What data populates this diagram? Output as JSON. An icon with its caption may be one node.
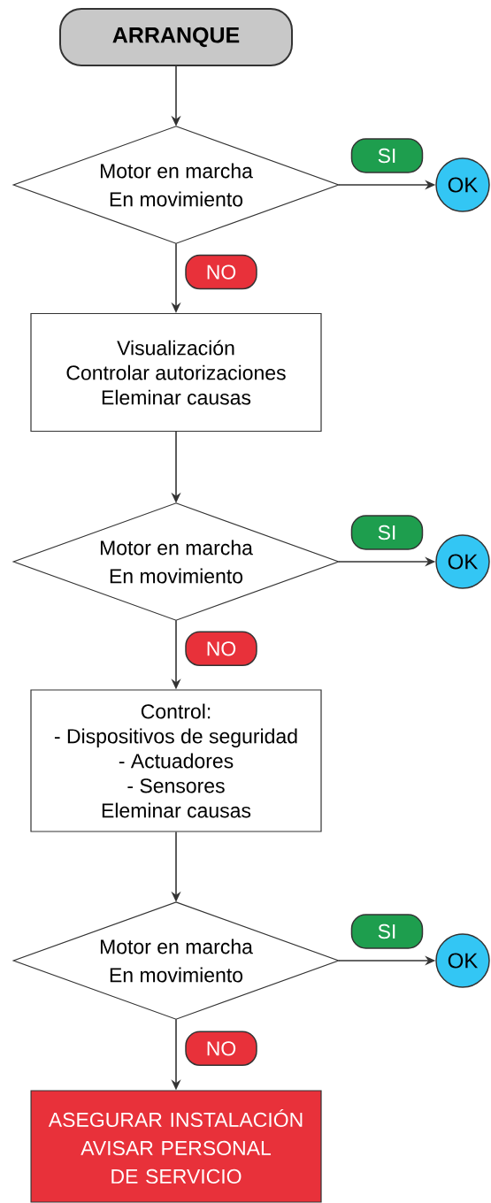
{
  "diagram": {
    "nodes": [
      {
        "text": [
          "ARRANQUE"
        ]
      },
      {
        "text": [
          "Motor en marcha",
          "En movimiento"
        ]
      },
      {
        "text": [
          "OK"
        ]
      },
      {
        "text": [
          "Visualización",
          "Controlar autorizaciones",
          "Eleminar causas"
        ]
      },
      {
        "text": [
          "Motor en marcha",
          "En movimiento"
        ]
      },
      {
        "text": [
          "OK"
        ]
      },
      {
        "text": [
          "Control:",
          "- Dispositivos de seguridad",
          "- Actuadores",
          "- Sensores",
          "Eleminar causas"
        ]
      },
      {
        "text": [
          "Motor en marcha",
          "En movimiento"
        ]
      },
      {
        "text": [
          "OK"
        ]
      },
      {
        "text": [
          "ASEGURAR INSTALACIÓN AVISAR PERSONAL DE SERVICIO"
        ]
      }
    ],
    "edges": [
      {
        "from": 0,
        "to": 1,
        "arrow": "to"
      },
      {
        "from": 1,
        "to": 2,
        "arrow": "to",
        "label": "SI"
      },
      {
        "from": 1,
        "to": 3,
        "arrow": "to",
        "label": "NO"
      },
      {
        "from": 3,
        "to": 4,
        "arrow": "to"
      },
      {
        "from": 4,
        "to": 5,
        "arrow": "to",
        "label": "SI"
      },
      {
        "from": 4,
        "to": 6,
        "arrow": "to",
        "label": "NO"
      },
      {
        "from": 6,
        "to": 7,
        "arrow": "to"
      },
      {
        "from": 7,
        "to": 8,
        "arrow": "to",
        "label": "SI"
      },
      {
        "from": 7,
        "to": 9,
        "arrow": "to",
        "label": "NO"
      }
    ]
  }
}
